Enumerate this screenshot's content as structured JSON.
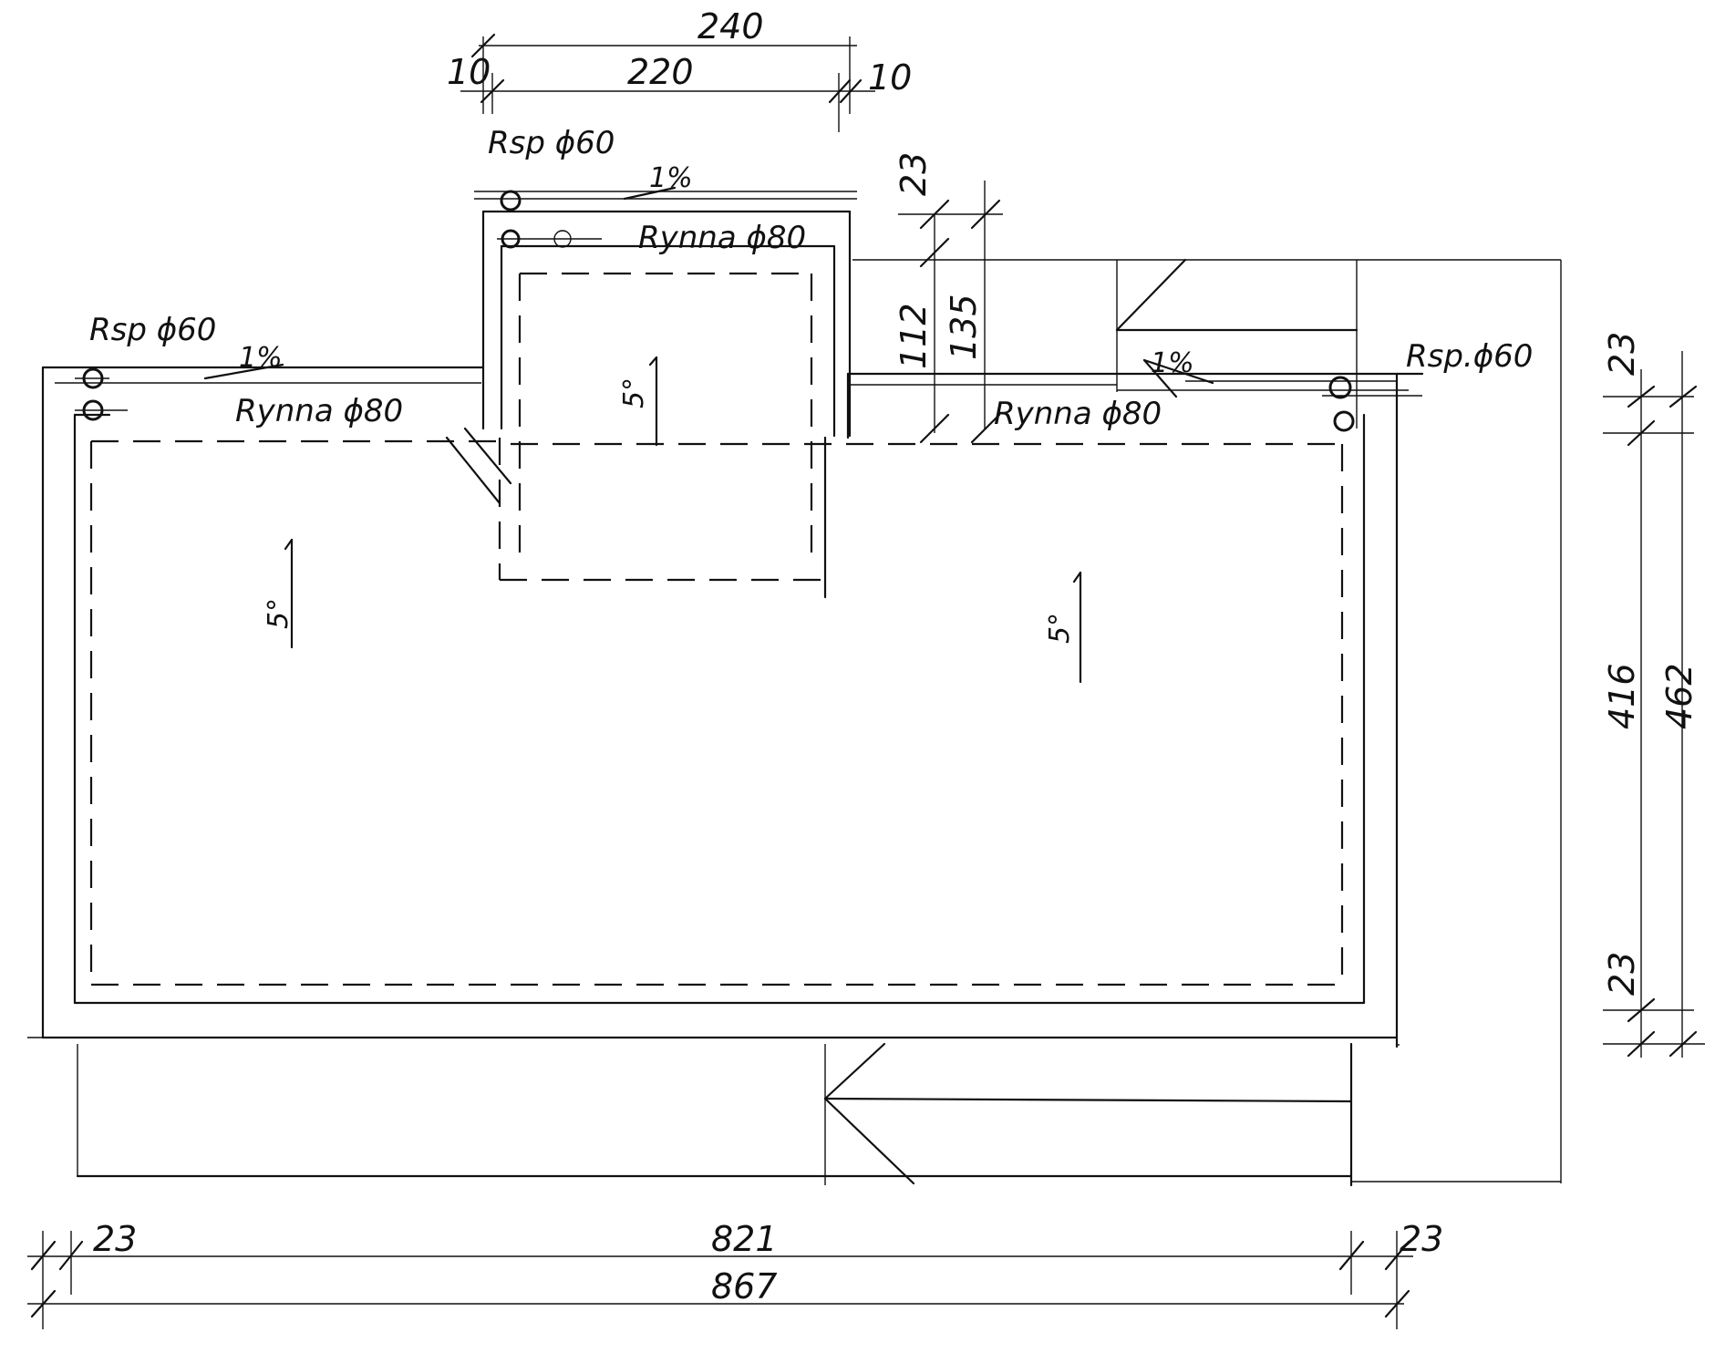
{
  "labels": {
    "rsp_top": "Rsp ϕ60",
    "rsp_left": "Rsp ϕ60",
    "rsp_right": "Rsp.ϕ60",
    "rynna_top": "Rynna ϕ80",
    "rynna_left": "Rynna ϕ80",
    "rynna_right": "Rynna ϕ80",
    "slope_top": "1%",
    "slope_left": "1%",
    "slope_right": "1%",
    "pitch_center": "5°",
    "pitch_left": "5°",
    "pitch_right": "5°"
  },
  "dimensions": {
    "top_total": "240",
    "top_inner": "220",
    "top_left_offset": "10",
    "top_right_offset": "10",
    "right_small_top": "23",
    "right_mid_inner": "112",
    "right_mid_outer": "135",
    "far_right_top": "23",
    "far_right_inner": "416",
    "far_right_outer": "462",
    "far_right_bottom": "23",
    "bottom_left_offset": "23",
    "bottom_inner": "821",
    "bottom_outer": "867",
    "bottom_right_offset": "23"
  }
}
